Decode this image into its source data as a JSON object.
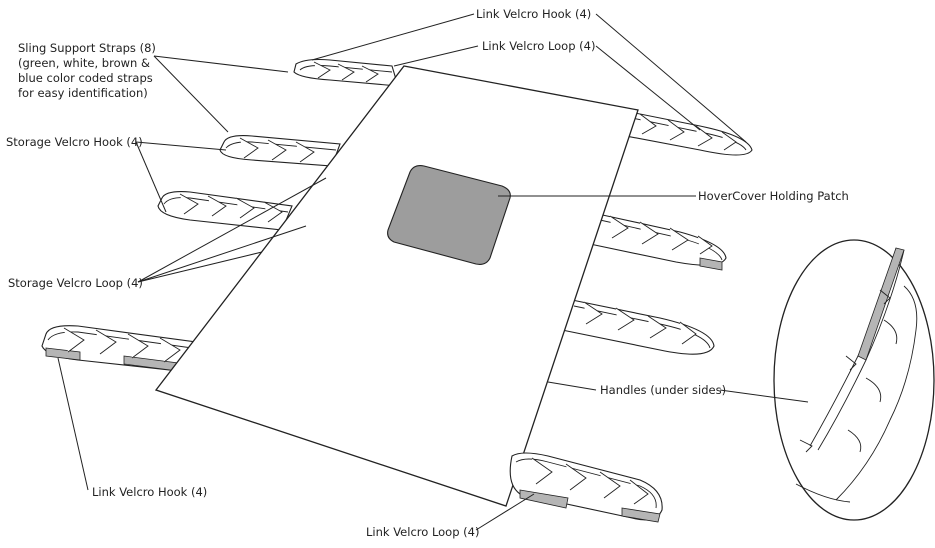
{
  "labels": {
    "sling_support_straps_1": "Sling Support Straps (8)",
    "sling_support_straps_2": "(green, white, brown &",
    "sling_support_straps_3": "blue color coded straps",
    "sling_support_straps_4": "for easy identification)",
    "storage_velcro_hook": "Storage Velcro Hook (4)",
    "storage_velcro_loop": "Storage Velcro Loop (4)",
    "link_velcro_hook_top": "Link Velcro Hook (4)",
    "link_velcro_loop_top": "Link Velcro Loop (4)",
    "hovercover_holding_patch": "HoverCover Holding Patch",
    "handles_under_sides": "Handles (under sides)",
    "link_velcro_hook_bottom": "Link Velcro Hook (4)",
    "link_velcro_loop_bottom": "Link Velcro Loop (4)"
  },
  "colors": {
    "line": "#222222",
    "patch": "#9d9d9d",
    "velcro_strip": "#b5b5b5"
  }
}
